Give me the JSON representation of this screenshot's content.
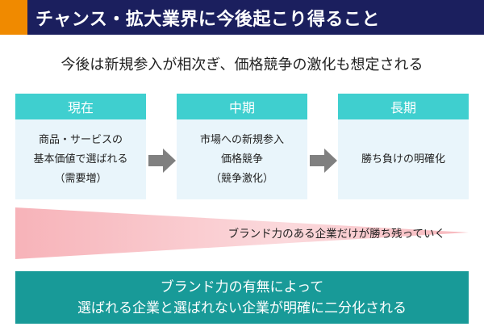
{
  "title": "チャンス・拡大業界に今後起こり得ること",
  "subtitle": "今後は新規参入が相次ぎ、価格競争の激化も想定される",
  "phases": [
    {
      "label": "現在",
      "lines": [
        "商品・サービスの",
        "基本価値で選ばれる",
        "（需要増）"
      ]
    },
    {
      "label": "中期",
      "lines": [
        "市場への新規参入",
        "価格競争",
        "（競争激化）"
      ]
    },
    {
      "label": "長期",
      "lines": [
        "勝ち負けの明確化"
      ]
    }
  ],
  "trend_label": "ブランド力のある企業だけが勝ち残っていく",
  "conclusion": {
    "line1": "ブランド力の有無によって",
    "line2": "選ばれる企業と選ばれない企業が明確に二分化される"
  },
  "colors": {
    "title_bg": "#1b1f5e",
    "title_accent": "#f08a00",
    "phase_head": "#3fcfcf",
    "phase_body": "#e9f5fb",
    "arrow": "#808080",
    "wedge": "#f7b8bd",
    "conclusion_bg": "#189a98"
  }
}
